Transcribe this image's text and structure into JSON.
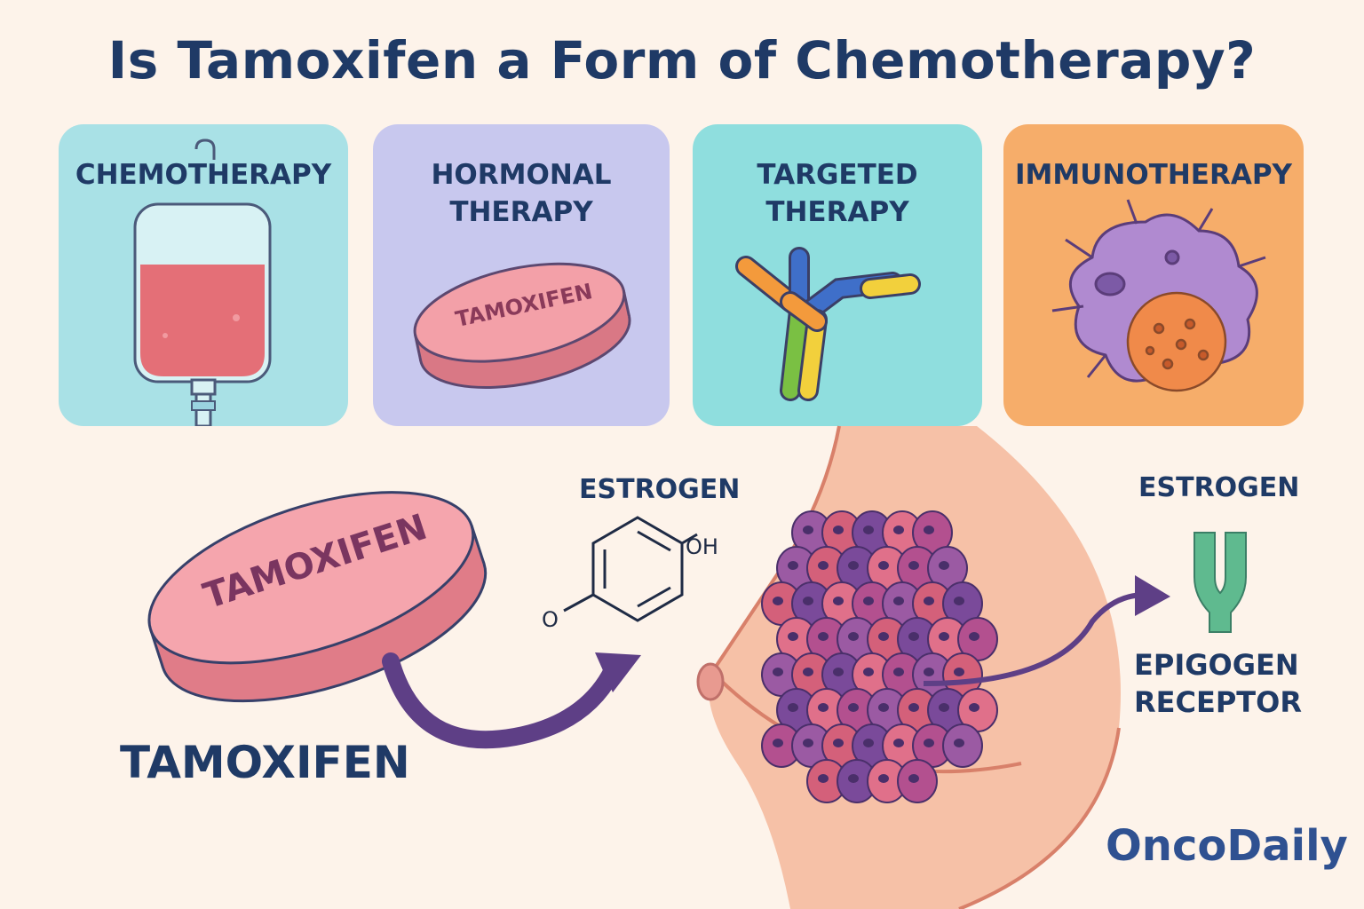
{
  "title": "Is Tamoxifen a Form of Chemotherapy?",
  "cards": [
    {
      "label": "CHEMOTHERAPY",
      "color": "#a9e1e6",
      "icon": "iv-bag-icon"
    },
    {
      "label": "HORMONAL\nTHERAPY",
      "color": "#c8c8ee",
      "icon": "pill-icon",
      "pill_text": "TAMOXIFEN"
    },
    {
      "label": "TARGETED\nTHERAPY",
      "color": "#8fdede",
      "icon": "antibody-icon"
    },
    {
      "label": "IMMUNOTHERAPY",
      "color": "#f6ad6a",
      "icon": "immune-cell-icon"
    }
  ],
  "diagram": {
    "pill_text": "TAMOXIFEN",
    "pill_caption": "TAMOXIFEN",
    "estrogen_label": "ESTROGEN",
    "molecule_oh": "OH",
    "molecule_o": "O",
    "receptor_top_label": "ESTROGEN",
    "receptor_label_line1": "EPIGOGEN",
    "receptor_label_line2": "RECEPTOR",
    "arrow_color": "#5e3f86",
    "receptor_color": "#5fba8f"
  },
  "brand": "OncoDaily"
}
